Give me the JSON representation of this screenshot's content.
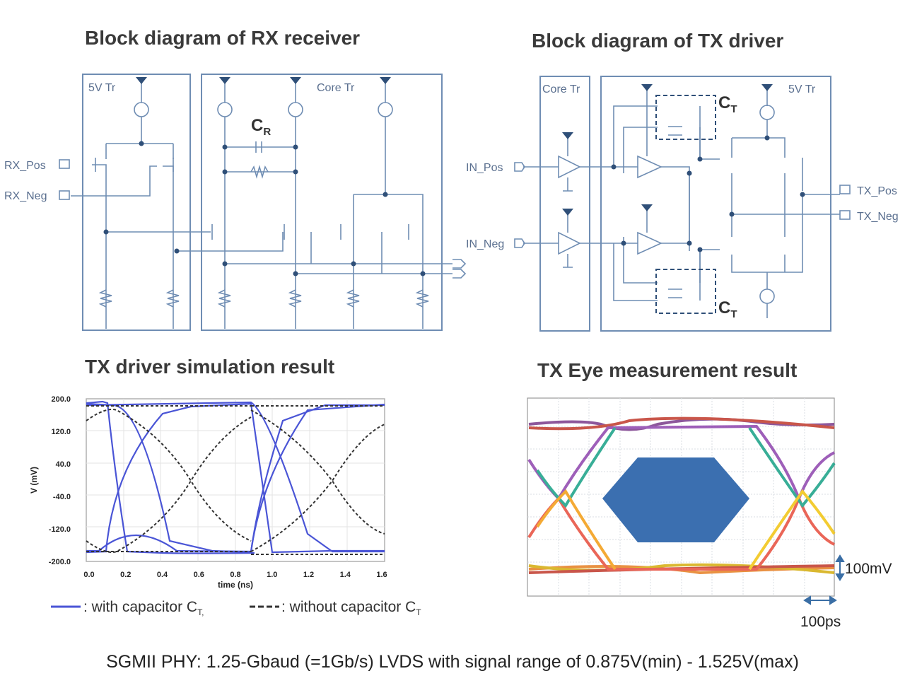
{
  "titles": {
    "rx": "Block diagram of RX receiver",
    "tx": "Block diagram of TX driver",
    "sim": "TX driver simulation result",
    "eye": "TX Eye measurement result"
  },
  "rx": {
    "box1_label": "5V Tr",
    "box2_label": "Core Tr",
    "cap_label": "C",
    "cap_sub": "R",
    "pins": [
      "RX_Pos",
      "RX_Neg"
    ]
  },
  "tx": {
    "box1_label": "Core Tr",
    "box2_label": "5V Tr",
    "cap_label": "C",
    "cap_sub": "T",
    "in_pins": [
      "IN_Pos",
      "IN_Neg"
    ],
    "out_pins": [
      "TX_Pos",
      "TX_Neg"
    ]
  },
  "sim": {
    "y_ticks": [
      "200.0",
      "120.0",
      "40.0",
      "-40.0",
      "-120.0",
      "-200.0"
    ],
    "x_ticks": [
      "0.0",
      "0.2",
      "0.4",
      "0.6",
      "0.8",
      "1.0",
      "1.2",
      "1.4",
      "1.6"
    ],
    "ylabel": "V (mV)",
    "xlabel": "time (ns)",
    "legend_with": ": with capacitor C",
    "legend_with_sub": "T,",
    "legend_without": ": without capacitor C",
    "legend_without_sub": "T",
    "colors": {
      "with": "#4a55d6",
      "without": "#333333"
    }
  },
  "eye": {
    "scale_v": "100mV",
    "scale_t": "100ps",
    "mask_color": "#3b6fb0"
  },
  "caption": "SGMII PHY: 1.25-Gbaud (=1Gb/s) LVDS with signal range of 0.875V(min) - 1.525V(max)"
}
